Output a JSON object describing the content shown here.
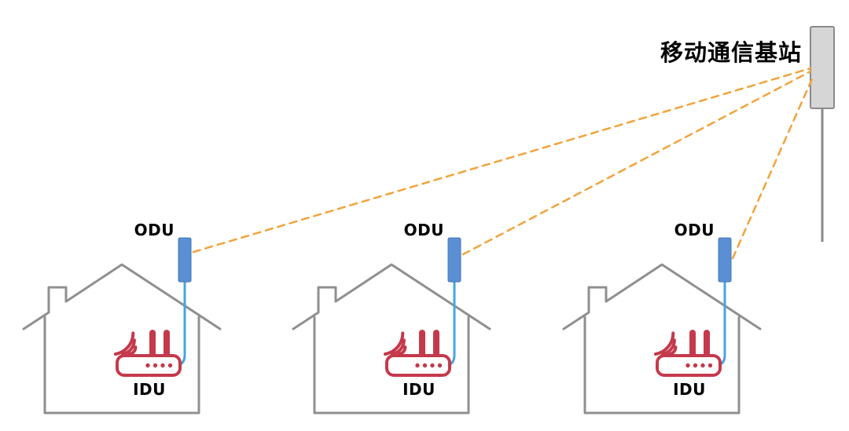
{
  "base_station": {
    "label": "移动通信基站"
  },
  "houses": [
    {
      "odu_label": "ODU",
      "idu_label": "IDU"
    },
    {
      "odu_label": "ODU",
      "idu_label": "IDU"
    },
    {
      "odu_label": "ODU",
      "idu_label": "IDU"
    }
  ],
  "colors": {
    "wireless_link": "#F2A33C",
    "odu_device": "#5A8FD3",
    "cable": "#45A6DD",
    "house_outline": "#8F8F8F",
    "router": "#C4394B",
    "antenna_fill": "#D6D6D6",
    "antenna_stroke": "#8A8A8A",
    "label_text": "#000000"
  }
}
